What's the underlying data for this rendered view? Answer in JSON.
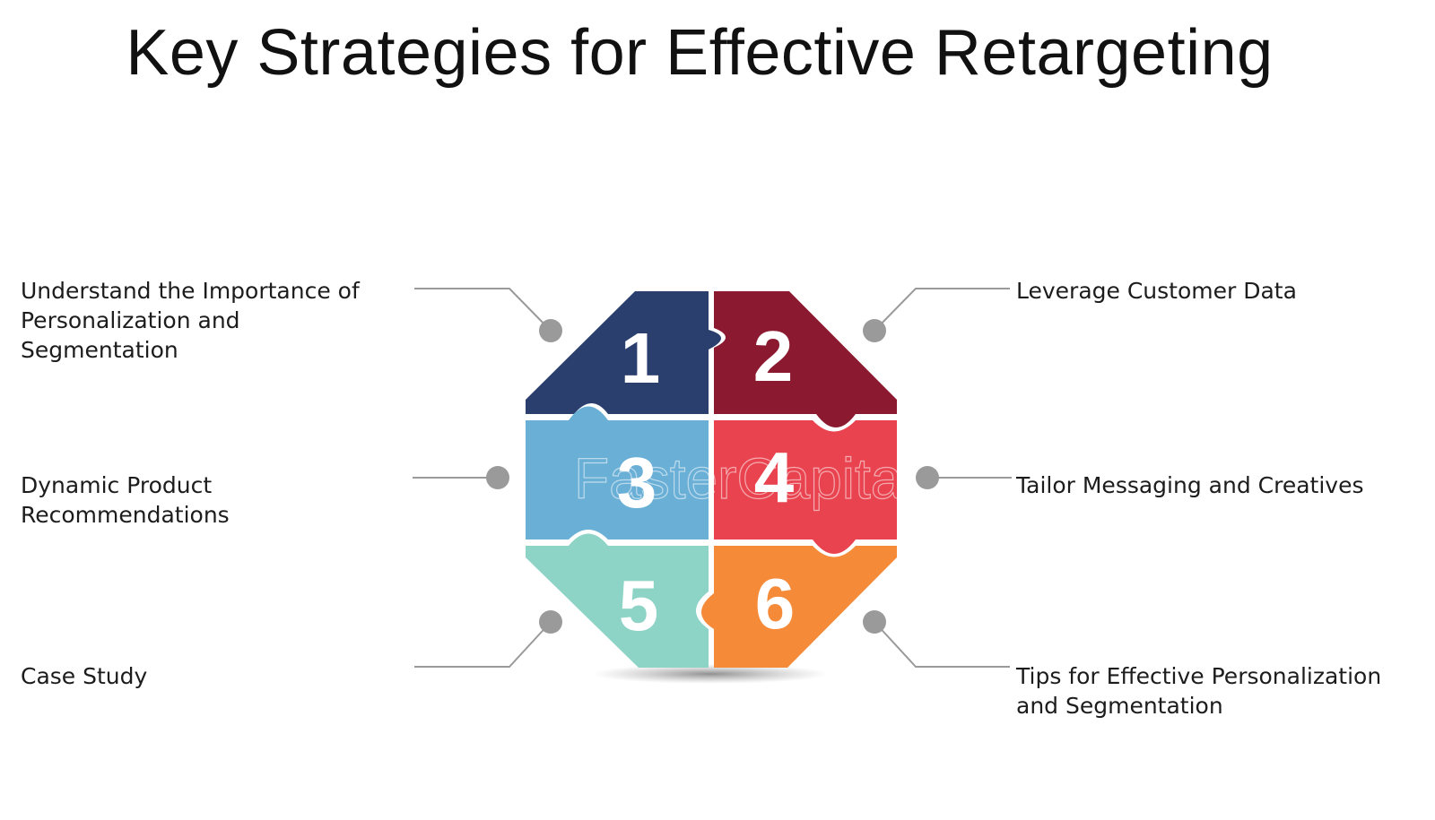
{
  "title": "Key Strategies for Effective Retargeting",
  "colors": {
    "piece_1": "#2a3f6e",
    "piece_2": "#8b1a30",
    "piece_3": "#6aafd6",
    "piece_4": "#e8434f",
    "piece_5": "#8dd3c6",
    "piece_6": "#f58a38",
    "connector": "#9a9a9a"
  },
  "pieces": [
    {
      "number": "1",
      "label": "Understand the Importance of Personalization and Segmentation"
    },
    {
      "number": "2",
      "label": "Leverage Customer Data"
    },
    {
      "number": "3",
      "label": "Dynamic Product Recommendations"
    },
    {
      "number": "4",
      "label": "Tailor Messaging and Creatives"
    },
    {
      "number": "5",
      "label": "Case Study"
    },
    {
      "number": "6",
      "label": "Tips for Effective Personalization and Segmentation"
    }
  ],
  "watermark": "FasterCapital"
}
